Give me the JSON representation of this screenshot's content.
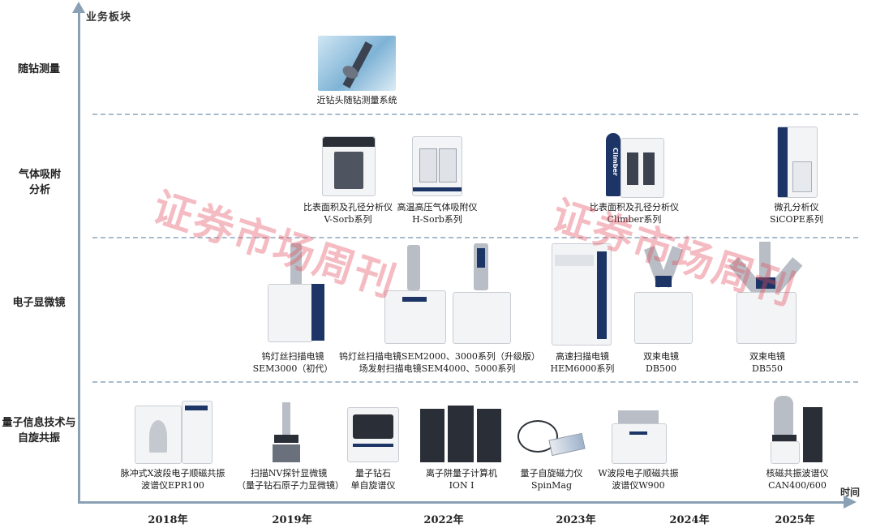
{
  "axes": {
    "y_label": "业务板块",
    "x_label": "时间"
  },
  "categories": [
    {
      "name": "随钻测量"
    },
    {
      "name": "气体吸附分析"
    },
    {
      "name": "电子显微镜"
    },
    {
      "name": "量子信息技术与自旋共振"
    }
  ],
  "years": [
    "2018年",
    "2019年",
    "2022年",
    "2023年",
    "2024年",
    "2025年"
  ],
  "products": {
    "drill": {
      "line1": "近钻头随钻测量系统"
    },
    "vsorb": {
      "line1": "比表面积及孔径分析仪",
      "line2": "V-Sorb系列"
    },
    "hsorb": {
      "line1": "高温高压气体吸附仪",
      "line2": "H-Sorb系列"
    },
    "climber": {
      "line1": "比表面积及孔径分析仪",
      "line2": "Climber系列"
    },
    "sicope": {
      "line1": "微孔分析仪",
      "line2": "SiCOPE系列"
    },
    "sem3000": {
      "line1": "钨灯丝扫描电镜",
      "line2": "SEM3000（初代）"
    },
    "sem2000": {
      "line1": "钨灯丝扫描电镜SEM2000、3000系列（升级版）",
      "line2": "场发射扫描电镜SEM4000、5000系列"
    },
    "hem6000": {
      "line1": "高速扫描电镜",
      "line2": "HEM6000系列"
    },
    "db500": {
      "line1": "双束电镜",
      "line2": "DB500"
    },
    "db550": {
      "line1": "双束电镜",
      "line2": "DB550"
    },
    "epr100": {
      "line1": "脉冲式X波段电子顺磁共振",
      "line2": "波谱仪EPR100"
    },
    "nv": {
      "line1": "扫描NV探针显微镜",
      "line2": "（量子钻石原子力显微镜）"
    },
    "diamond": {
      "line1": "量子钻石",
      "line2": "单自旋谱仪"
    },
    "ion": {
      "line1": "离子阱量子计算机",
      "line2": "ION I"
    },
    "spinmag": {
      "line1": "量子自旋磁力仪",
      "line2": "SpinMag"
    },
    "w900": {
      "line1": "W波段电子顺磁共振",
      "line2": "波谱仪W900"
    },
    "can400": {
      "line1": "核磁共振波谱仪",
      "line2": "CAN400/600"
    }
  },
  "device_labels": {
    "climber_brand": "Climber"
  },
  "watermarks": [
    "证券市场周刊",
    "证券市场周刊"
  ],
  "colors": {
    "axis": "#8aa0b4",
    "divider": "#a8bccb",
    "watermark": "#e1505f",
    "navy": "#1d3566"
  }
}
